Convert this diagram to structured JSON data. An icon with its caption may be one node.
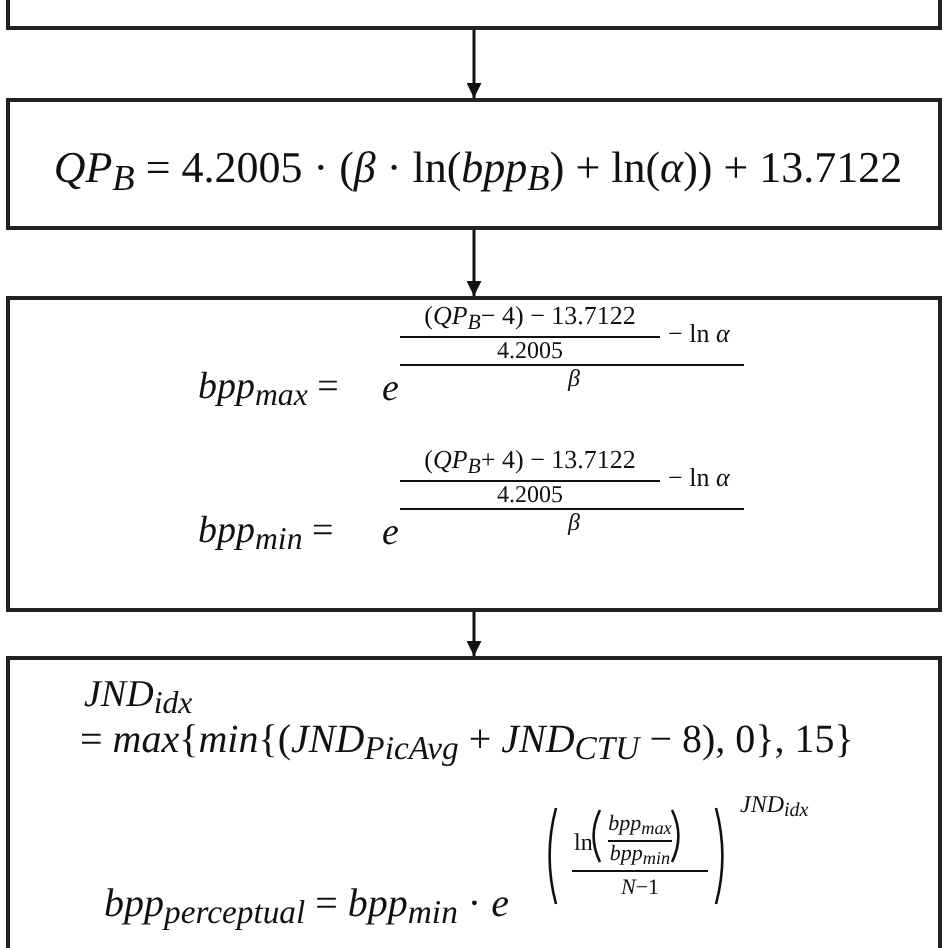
{
  "diagram": {
    "nodes": [
      {
        "text": [],
        "shape": "box"
      },
      {
        "text": [
          "*QP*$_{B}$ = 4.2005 · (*β* · ln(*bpp*$_{B}$) + ln(*α*)) + 13.7122"
        ]
      },
      {
        "text": [
          "*bpp*$_{max}$ =",
          "*e*",
          "(*QP*$_{B}$− 4) − 13.7122",
          "4.2005",
          "− ln *α*",
          "*β*",
          "*bpp*$_{min}$ =",
          "*e*",
          "(*QP*$_{B}$+ 4) − 13.7122",
          "4.2005",
          "− ln *α*",
          "*β*"
        ]
      },
      {
        "text": [
          "*JND*$_{idx}$",
          "= *max*{*min*{(*JND*$_{PicAvg}$ + *JND*$_{CTU}$ − 8), 0}, 15}",
          "*bpp*$_{perceptual}$ = *bpp*$_{min}$ · *e*",
          "ln",
          "*bpp*$_{max}$",
          "*bpp*$_{min}$",
          "*N*−1",
          "*JND*$_{idx}$"
        ]
      }
    ],
    "edges": [
      {
        "from": 0,
        "to": 1,
        "arrow": "to"
      },
      {
        "from": 1,
        "to": 2,
        "arrow": "to"
      },
      {
        "from": 2,
        "to": 3,
        "arrow": "to"
      }
    ]
  }
}
